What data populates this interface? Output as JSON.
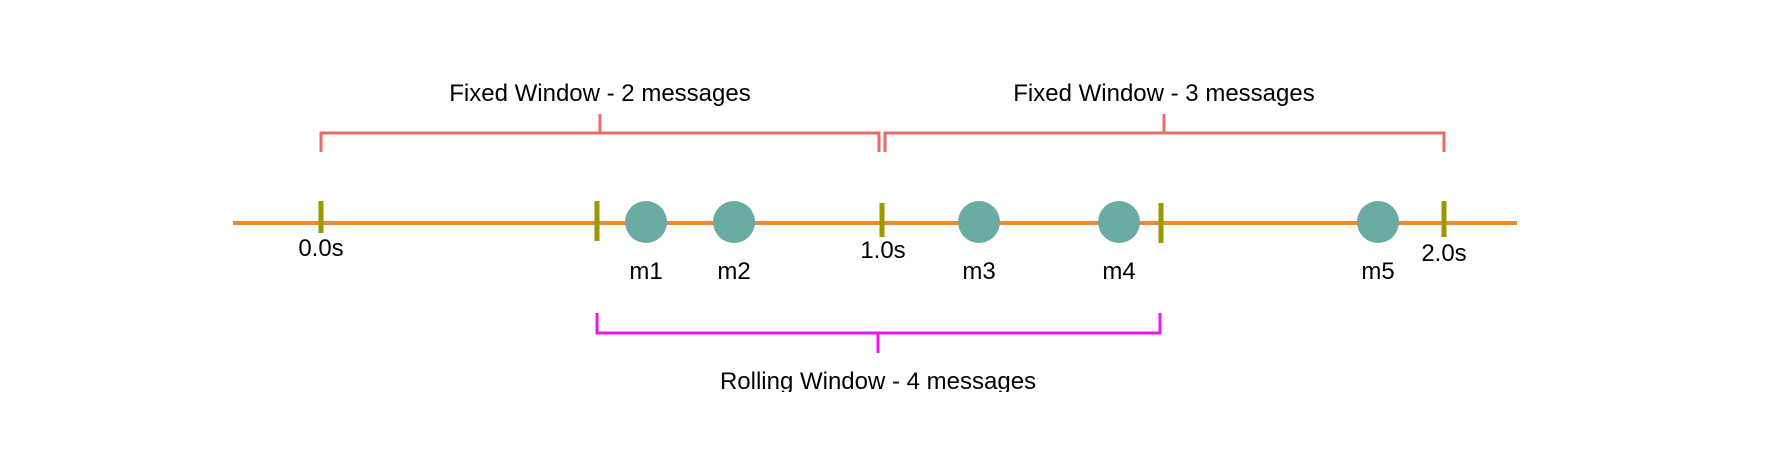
{
  "diagram": {
    "windows": {
      "fixed_1": "Fixed Window - 2 messages",
      "fixed_2": "Fixed Window - 3 messages",
      "rolling": "Rolling Window - 4 messages"
    },
    "ticks": {
      "t0": "0.0s",
      "t1": "1.0s",
      "t2": "2.0s"
    },
    "messages": [
      "m1",
      "m2",
      "m3",
      "m4",
      "m5"
    ]
  },
  "colors": {
    "timeline": "#ee8833",
    "tick": "#999900",
    "message": "#6aaba2",
    "fixed_bracket": "#e86a6a",
    "rolling_bracket": "#e818e8"
  }
}
